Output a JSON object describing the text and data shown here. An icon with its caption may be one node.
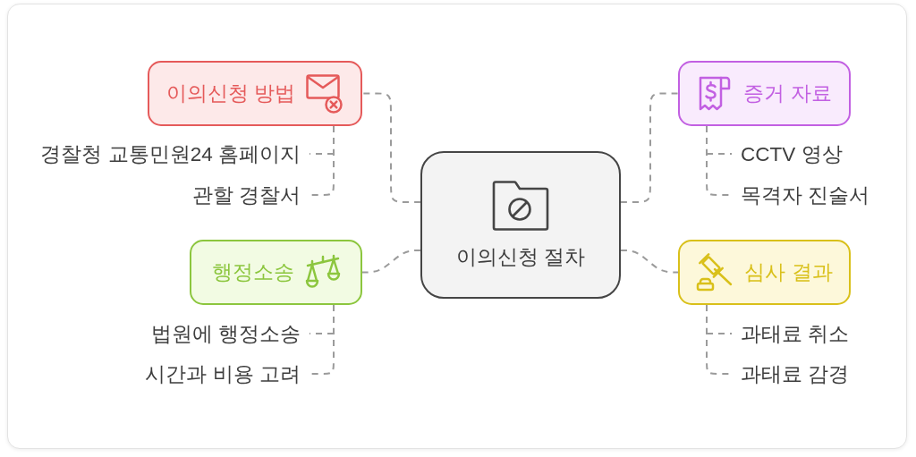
{
  "diagram": {
    "nodes": [
      {
        "text": [
          "이의신청 절차"
        ]
      },
      {
        "text": [
          "이의신청 방법"
        ]
      },
      {
        "text": [
          "경찰청 교통민원24 홈페이지"
        ]
      },
      {
        "text": [
          "관할 경찰서"
        ]
      },
      {
        "text": [
          "증거 자료"
        ]
      },
      {
        "text": [
          "CCTV 영상"
        ]
      },
      {
        "text": [
          "목격자 진술서"
        ]
      },
      {
        "text": [
          "행정소송"
        ]
      },
      {
        "text": [
          "법원에 행정소송"
        ]
      },
      {
        "text": [
          "시간과 비용 고려"
        ]
      },
      {
        "text": [
          "심사 결과"
        ]
      },
      {
        "text": [
          "과태료 취소"
        ]
      },
      {
        "text": [
          "과태료 감경"
        ]
      }
    ],
    "edges": [
      {
        "from": 0,
        "to": 1,
        "arrow": "none",
        "style": "dashed"
      },
      {
        "from": 0,
        "to": 4,
        "arrow": "none",
        "style": "dashed"
      },
      {
        "from": 0,
        "to": 7,
        "arrow": "none",
        "style": "dashed"
      },
      {
        "from": 0,
        "to": 10,
        "arrow": "none",
        "style": "dashed"
      },
      {
        "from": 1,
        "to": 2,
        "arrow": "none",
        "style": "dashed"
      },
      {
        "from": 1,
        "to": 3,
        "arrow": "none",
        "style": "dashed"
      },
      {
        "from": 4,
        "to": 5,
        "arrow": "none",
        "style": "dashed"
      },
      {
        "from": 4,
        "to": 6,
        "arrow": "none",
        "style": "dashed"
      },
      {
        "from": 7,
        "to": 8,
        "arrow": "none",
        "style": "dashed"
      },
      {
        "from": 7,
        "to": 9,
        "arrow": "none",
        "style": "dashed"
      },
      {
        "from": 10,
        "to": 11,
        "arrow": "none",
        "style": "dashed"
      },
      {
        "from": 10,
        "to": 12,
        "arrow": "none",
        "style": "dashed"
      }
    ]
  }
}
